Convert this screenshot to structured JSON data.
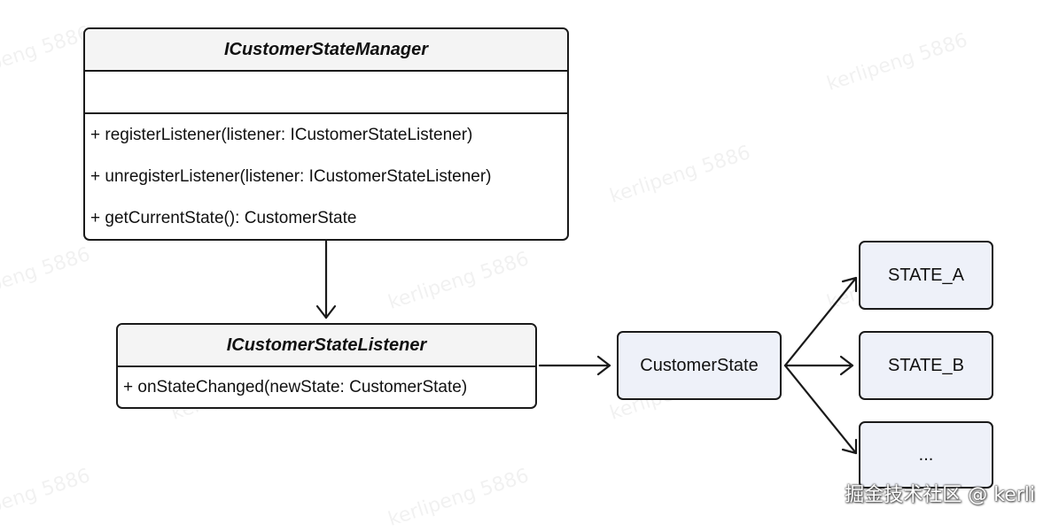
{
  "manager": {
    "title": "ICustomerStateManager",
    "methods": [
      "+ registerListener(listener: ICustomerStateListener)",
      "+ unregisterListener(listener: ICustomerStateListener)",
      "+ getCurrentState(): CustomerState"
    ]
  },
  "listener": {
    "title": "ICustomerStateListener",
    "methods": [
      "+ onStateChanged(newState: CustomerState)"
    ]
  },
  "customer_state": {
    "label": "CustomerState"
  },
  "states": [
    "STATE_A",
    "STATE_B",
    "..."
  ],
  "watermark": "kerlipeng 5886",
  "footer": "掘金技术社区 @ kerli",
  "colors": {
    "border": "#1a1a1a",
    "title_bg": "#f4f4f4",
    "state_bg": "#eef1f9"
  }
}
